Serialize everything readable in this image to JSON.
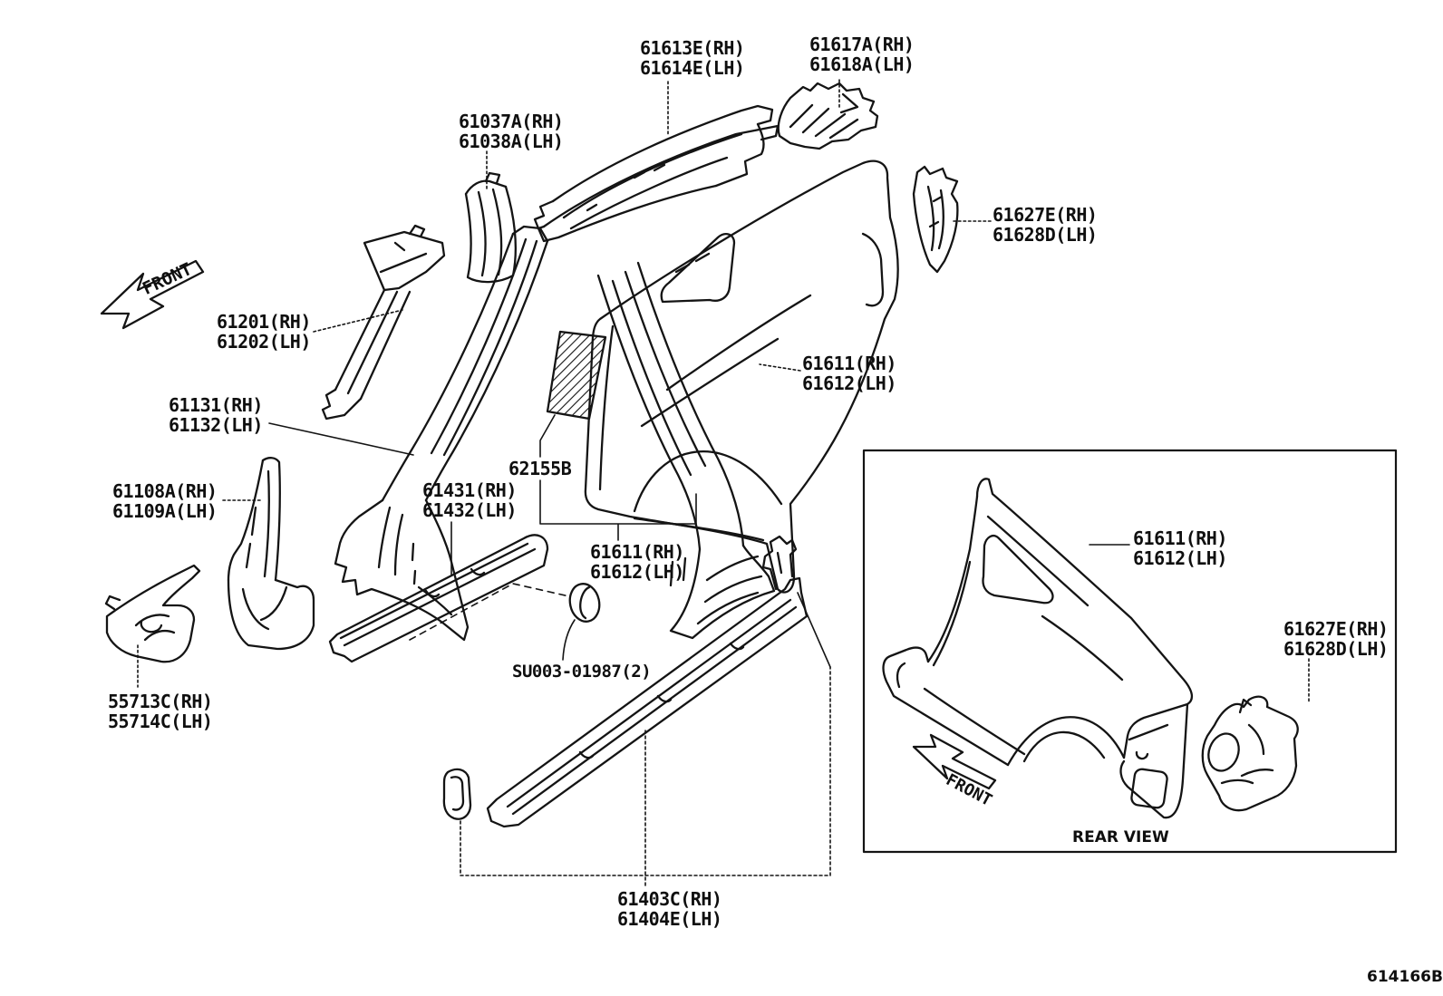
{
  "diagram": {
    "doc_code": "614166B",
    "front_label": "FRONT",
    "rear_view_caption": "REAR VIEW",
    "colors": {
      "line": "#141414",
      "background": "#ffffff"
    },
    "labels": [
      {
        "part": "roof-side-rail-outer",
        "line1": "61613E(RH)",
        "line2": "61614E(LH)"
      },
      {
        "part": "roof-side-rail-brace",
        "line1": "61617A(RH)",
        "line2": "61618A(LH)"
      },
      {
        "part": "windshield-header-side",
        "line1": "61037A(RH)",
        "line2": "61038A(LH)"
      },
      {
        "part": "quarter-lock-gusset",
        "line1": "61627E(RH)",
        "line2": "61628D(LH)"
      },
      {
        "part": "front-pillar-outer-upper",
        "line1": "61201(RH)",
        "line2": "61202(LH)"
      },
      {
        "part": "quarter-panel-side",
        "line1": "61611(RH)",
        "line2": "61612(LH)"
      },
      {
        "part": "center-pillar-outer",
        "line1": "61131(RH)",
        "line2": "61132(LH)"
      },
      {
        "part": "quarter-panel-silencer",
        "line1": "62155B"
      },
      {
        "part": "front-pillar-outer-lower",
        "line1": "61108A(RH)",
        "line2": "61109A(LH)"
      },
      {
        "part": "rocker-panel-outer",
        "line1": "61431(RH)",
        "line2": "61432(LH)"
      },
      {
        "part": "quarter-panel-lower",
        "line1": "61611(RH)",
        "line2": "61612(LH)"
      },
      {
        "part": "hole-plug",
        "line1": "SU003-01987(2)"
      },
      {
        "part": "cowl-side-brace",
        "line1": "55713C(RH)",
        "line2": "55714C(LH)"
      },
      {
        "part": "rear-view-quarter-panel",
        "line1": "61611(RH)",
        "line2": "61612(LH)"
      },
      {
        "part": "rear-view-quarter-gusset",
        "line1": "61627E(RH)",
        "line2": "61628D(LH)"
      },
      {
        "part": "rocker-panel-reinforcement",
        "line1": "61403C(RH)",
        "line2": "61404E(LH)"
      }
    ]
  }
}
